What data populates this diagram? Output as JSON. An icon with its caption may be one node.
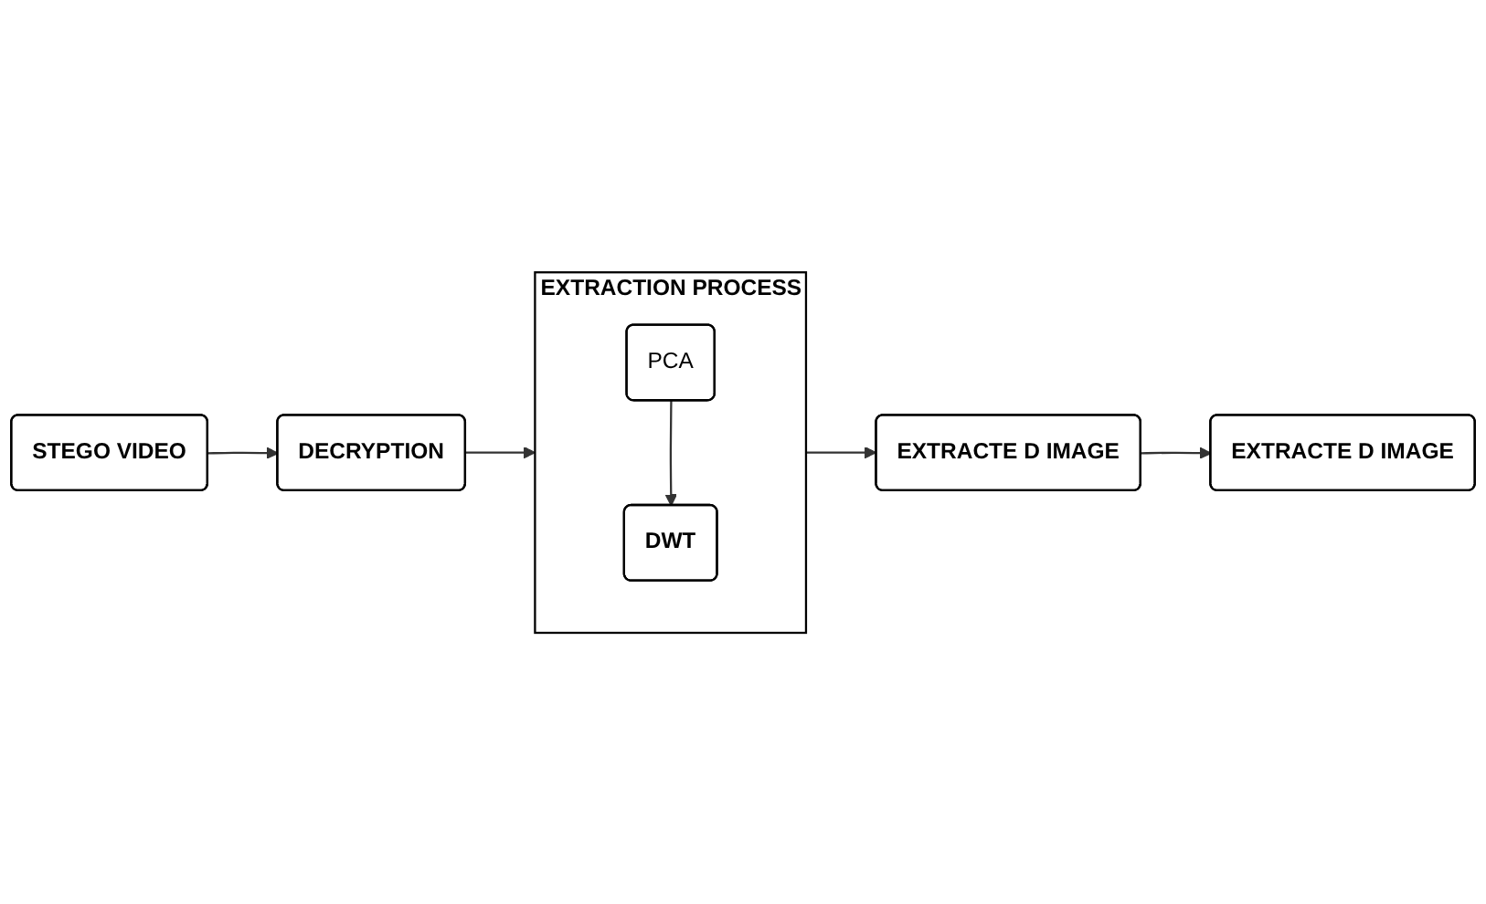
{
  "diagram": {
    "nodes": [
      {
        "text": [
          "STEGO VIDEO"
        ]
      },
      {
        "text": [
          "DECRYPTION"
        ]
      },
      {
        "text": [
          "EXTRACTION PROCESS"
        ]
      },
      {
        "text": [
          "PCA"
        ],
        "in": 2
      },
      {
        "text": [
          "DWT"
        ],
        "in": 2
      },
      {
        "text": [
          "EXTRACTE D IMAGE"
        ]
      },
      {
        "text": [
          "EXTRACTE D IMAGE"
        ]
      }
    ],
    "edges": [
      {
        "from": 0,
        "to": 1,
        "arrow": "to"
      },
      {
        "from": 1,
        "to": 2,
        "arrow": "to"
      },
      {
        "from": 3,
        "to": 4,
        "arrow": "to"
      },
      {
        "from": 2,
        "to": 5,
        "arrow": "to"
      },
      {
        "from": 5,
        "to": 6,
        "arrow": "to"
      }
    ]
  }
}
